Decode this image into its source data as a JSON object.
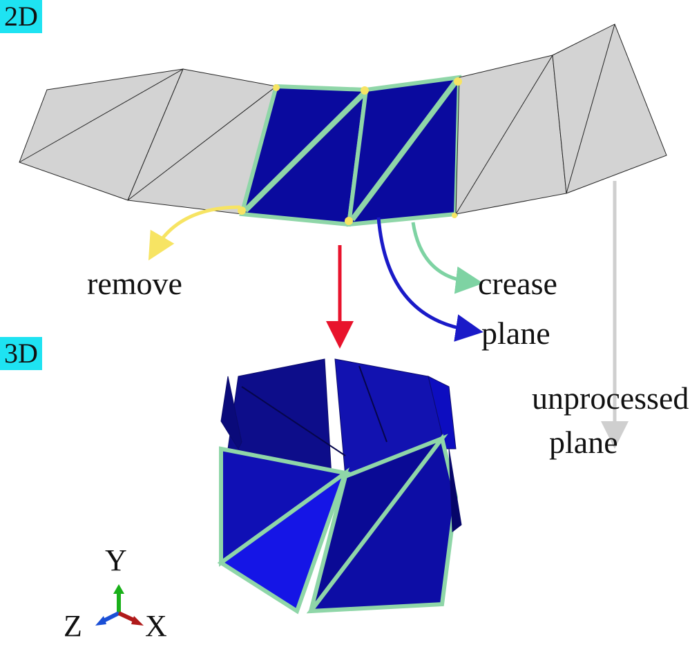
{
  "tags": {
    "two_d": "2D",
    "three_d": "3D"
  },
  "legend": {
    "remove": "remove",
    "crease": "crease",
    "plane": "plane",
    "unprocessed_line1": "unprocessed",
    "unprocessed_line2": "plane"
  },
  "axes": {
    "y": "Y",
    "z": "Z",
    "x": "X"
  },
  "colors": {
    "tag_bg": "#1ee3f2",
    "unprocessed": "#d3d3d3",
    "plane": "#0a0a9e",
    "crease": "#8fd6a8",
    "remove": "#f7e463",
    "transform_arrow": "#e8132c",
    "plane_arrow": "#1a1ac8",
    "crease_arrow": "#7ed3a3",
    "unprocessed_arrow": "#cfcfcf"
  }
}
